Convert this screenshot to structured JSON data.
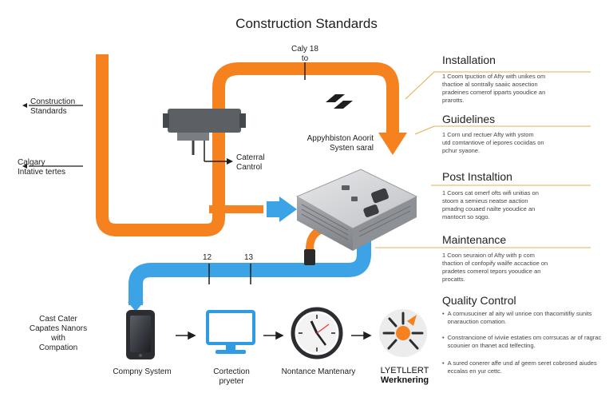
{
  "title": "Construction Standards",
  "pipe_labels": {
    "top_line1": "Caly 18",
    "top_line2": "to",
    "tick_a": "12",
    "tick_b": "13"
  },
  "left_labels": {
    "construction_line1": "Construction",
    "construction_line2": "Standards",
    "calgary_line1": "Calgary",
    "calgary_line2": "Intative tertes",
    "cast_line1": "Cast Cater",
    "cast_line2": "Capates Nanors",
    "cast_line3": "with",
    "cast_line4": "Compation"
  },
  "device_labels": {
    "caterral_line1": "Caterral",
    "caterral_line2": "Cantrol",
    "appl_line1": "Appyhbiston Aoorit",
    "appl_line2": "Systen saral"
  },
  "bottom_items": [
    {
      "label_line1": "Compny System",
      "label_line2": ""
    },
    {
      "label_line1": "Cortection",
      "label_line2": "pryeter"
    },
    {
      "label_line1": "Nontance Mantenary",
      "label_line2": ""
    },
    {
      "label_line1": "LYETLLERT",
      "label_line2": "Werknering"
    }
  ],
  "sections": [
    {
      "heading": "Installation",
      "lines": [
        "1 Coom tpuction of Afty with unikes om",
        "thactioe al sontrally saaiic aosection",
        "pradeines comerof ipparts yooudice an",
        "prarotts."
      ]
    },
    {
      "heading": "Guidelines",
      "lines": [
        "1 Corn und rectuer Afty with ystom",
        "utd comtantiove of iepores cociidas on",
        "pchur syaone."
      ]
    },
    {
      "heading": "Post Instaltion",
      "lines": [
        "1 Coors cat omerf ofts wifi unitias on",
        "stoom a semieus neatse aaction",
        "pmadng couaed nailte yooudice an",
        "mantocrt so sqgo."
      ]
    },
    {
      "heading": "Maintenance",
      "lines": [
        "1 Coon seuraion of Afty with p com",
        "thaction of confopify wailfe accactioe on",
        "pradetes comerol tepors yooudice an",
        "procatts."
      ]
    },
    {
      "heading": "Quality Control",
      "bullets": [
        "A cornusuciner af aity wil unrioe con thacomitifiy sunits onarauction comation.",
        "Constrancione of iviviie estaties om corrsucas ar of ragrac scounier on thanet acd telfecting.",
        "A sured conerer affe und af geem seret cobrosed aiudes eccalas en yur cettc."
      ]
    }
  ],
  "colors": {
    "orange": "#f5821f",
    "blue": "#3ba3e6",
    "arrow_dark": "#1f1f1f",
    "gold_leader": "#e2b04a"
  }
}
